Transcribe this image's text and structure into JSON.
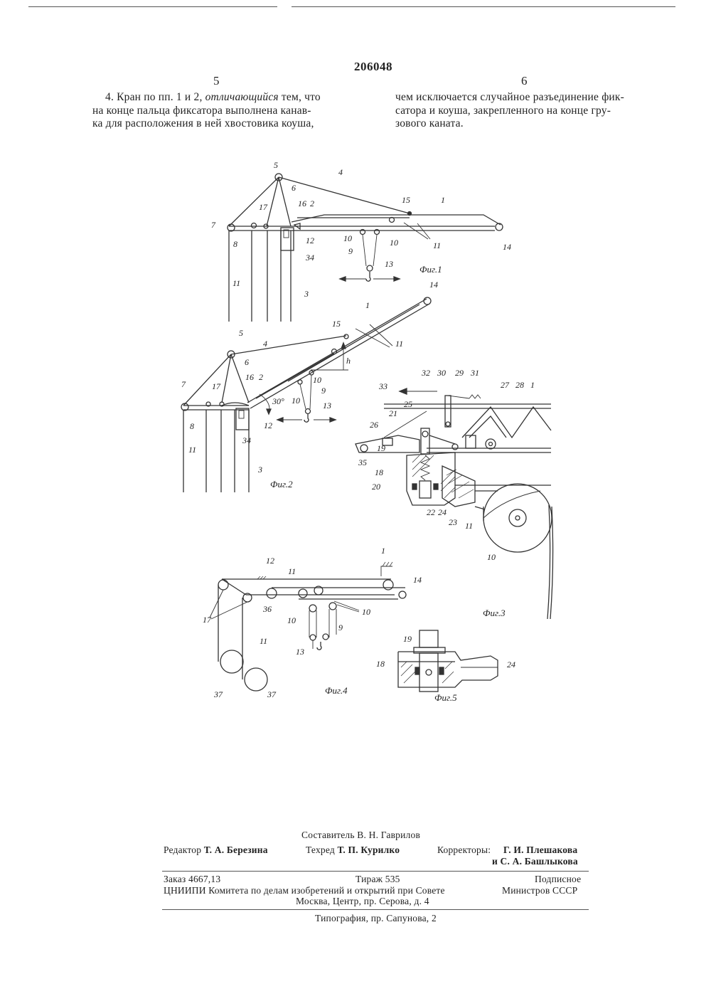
{
  "header": {
    "top_rule": "",
    "patent_number": "206048",
    "col_left": "5",
    "col_right": "6"
  },
  "text": {
    "left_lines": [
      "4. Кран по пп. 1 и 2,",
      "отличающийся",
      "тем, что",
      "на конце пальца фиксатора выполнена канав-",
      "ка для расположения в ней хвостовика коуша,"
    ],
    "right_lines": [
      "чем исключается случайное разъединение фик-",
      "сатора и коуша, закрепленного на конце гру-",
      "зового каната."
    ]
  },
  "figures": {
    "fig1": {
      "caption": "Фиг.1",
      "labels": [
        "5",
        "4",
        "6",
        "15",
        "1",
        "16",
        "2",
        "17",
        "7",
        "8",
        "12",
        "34",
        "10",
        "10",
        "9",
        "11",
        "14",
        "13",
        "11",
        "3"
      ]
    },
    "fig2": {
      "caption": "Фиг.2",
      "labels": [
        "14",
        "1",
        "15",
        "11",
        "5",
        "4",
        "h",
        "6",
        "10",
        "16",
        "2",
        "9",
        "17",
        "7",
        "30°",
        "13",
        "10",
        "12",
        "34",
        "8",
        "11",
        "3"
      ]
    },
    "fig3": {
      "caption": "Фиг.3",
      "labels": [
        "32",
        "30",
        "29",
        "31",
        "33",
        "27",
        "28",
        "1",
        "25",
        "21",
        "26",
        "19",
        "35",
        "18",
        "20",
        "22",
        "24",
        "23",
        "11",
        "10"
      ]
    },
    "fig4": {
      "caption": "Фиг.4",
      "labels": [
        "1",
        "12",
        "11",
        "14",
        "36",
        "10",
        "10",
        "17",
        "9",
        "11",
        "13",
        "37",
        "37"
      ]
    },
    "fig5": {
      "caption": "Фиг.5",
      "labels": [
        "19",
        "18",
        "24"
      ]
    }
  },
  "footer": {
    "compiler": "Составитель В. Н. Гаврилов",
    "editor_label": "Редактор",
    "editor_name": "Т. А. Березина",
    "techred_label": "Техред",
    "techred_name": "Т. П. Курилко",
    "correctors_label": "Корректоры:",
    "corrector_1": "Г. И. Плешакова",
    "corrector_2": "и С. А. Башлыкова",
    "order": "Заказ 4667,13",
    "circulation": "Тираж 535",
    "subscription": "Подписное",
    "institute": "ЦНИИПИ Комитета по делам изобретений и открытий при Совете",
    "ministry": "Министров СССР",
    "address": "Москва, Центр, пр. Серова, д. 4",
    "printing": "Типография, пр. Сапунова, 2"
  }
}
